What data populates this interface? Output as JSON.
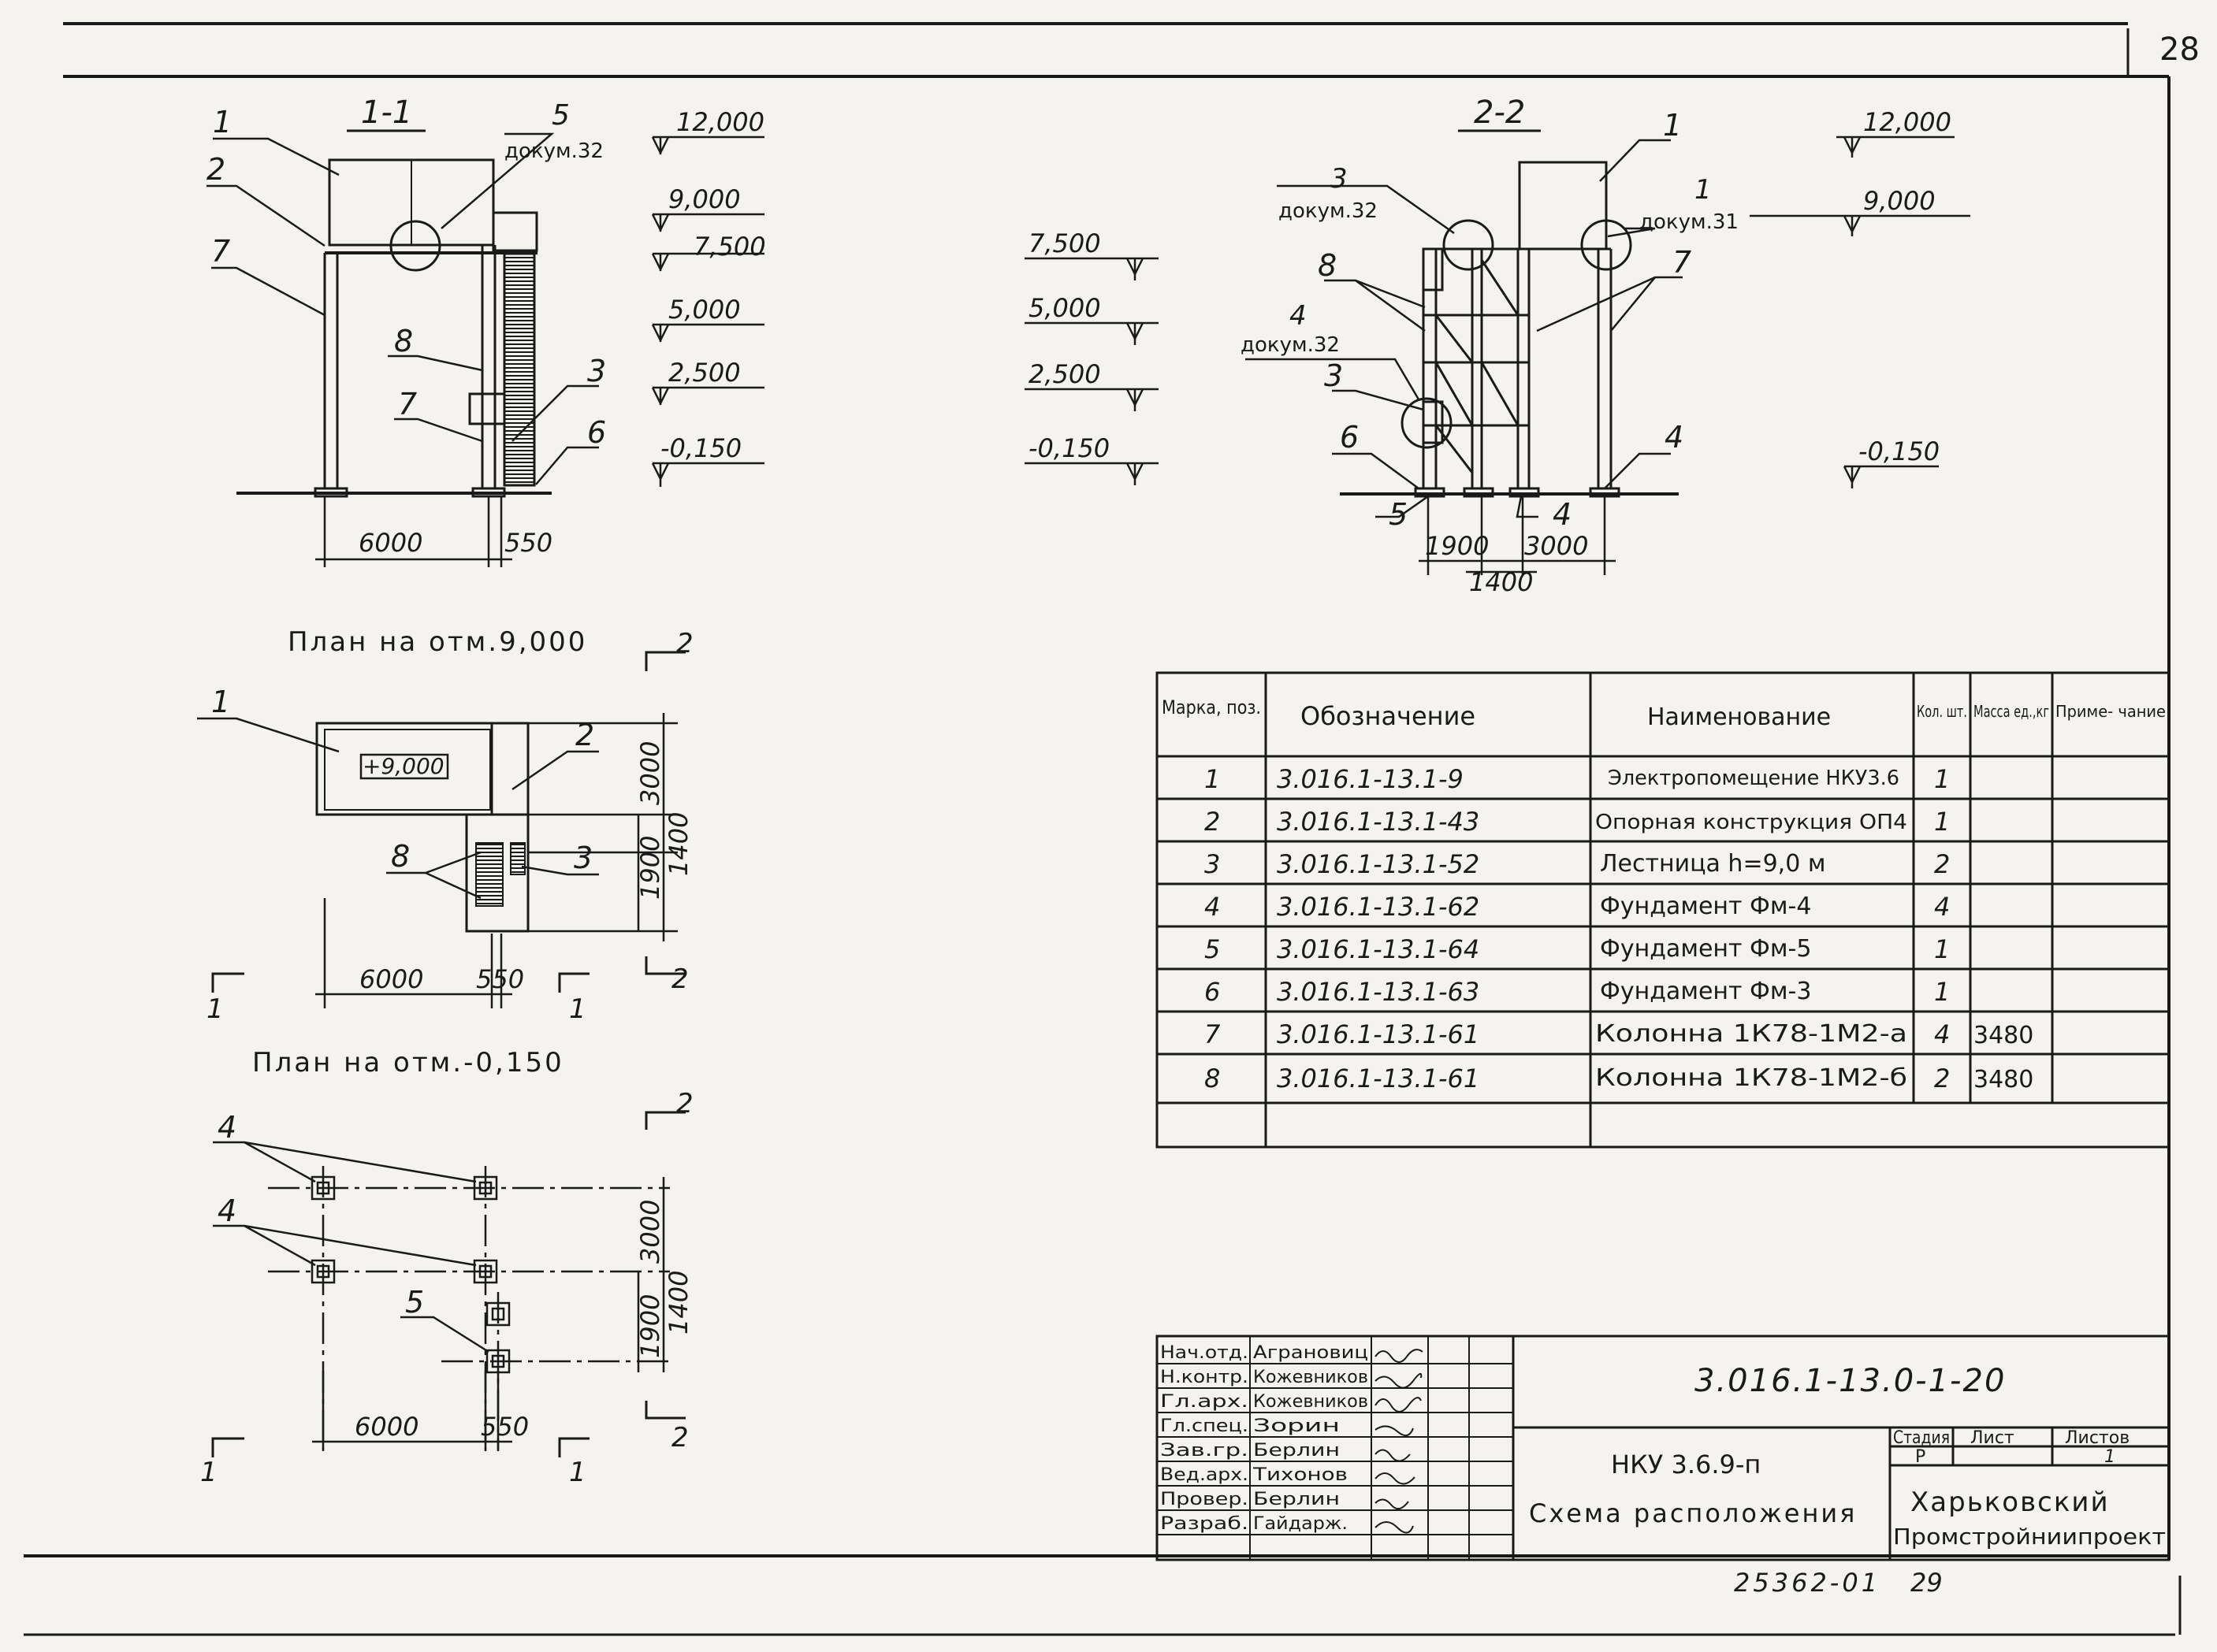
{
  "sheet": {
    "sheet_number": "28",
    "inventory": "25362-01",
    "page_index": "29"
  },
  "section_1_1": {
    "title": "1-1",
    "callout": {
      "num": "5",
      "doc": "докум.32"
    },
    "leaders": [
      "1",
      "2",
      "7",
      "8",
      "7",
      "3",
      "6"
    ],
    "levels": [
      "12,000",
      "9,000",
      "7,500",
      "5,000",
      "2,500",
      "-0,150"
    ],
    "dims": [
      "6000",
      "550"
    ]
  },
  "section_2_2": {
    "title": "2-2",
    "callouts": [
      {
        "num": "3",
        "doc": "докум.32"
      },
      {
        "num": "1",
        "doc": "докум.31"
      },
      {
        "num": "4",
        "doc": "докум.32"
      }
    ],
    "leaders": [
      "1",
      "8",
      "7",
      "3",
      "6",
      "5",
      "4",
      "4"
    ],
    "levels_left": [
      "7,500",
      "5,000",
      "2,500",
      "-0,150"
    ],
    "levels_right": [
      "12,000",
      "9,000",
      "-0,150"
    ],
    "dims": [
      "1900",
      "3000",
      "1400"
    ]
  },
  "plan_9000": {
    "title": "План на отм.9,000",
    "box_label": "+9,000",
    "leaders": [
      "1",
      "2",
      "8",
      "3"
    ],
    "dims": [
      "3000",
      "1900",
      "1400",
      "6000",
      "550"
    ],
    "section_marks": [
      "2",
      "2",
      "1",
      "1"
    ]
  },
  "plan_0150": {
    "title": "План на отм.-0,150",
    "leaders": [
      "4",
      "4",
      "5"
    ],
    "dims": [
      "3000",
      "1900",
      "1400",
      "6000",
      "550"
    ],
    "section_marks": [
      "2",
      "2",
      "1",
      "1"
    ]
  },
  "spec_table": {
    "headers": [
      "Марка, поз.",
      "Обозначение",
      "Наименование",
      "Кол. шт.",
      "Масса ед.,кг",
      "Приме- чание"
    ],
    "rows": [
      [
        "1",
        "3.016.1-13.1-9",
        "Электропомещение НКУ3.6",
        "1",
        "",
        ""
      ],
      [
        "2",
        "3.016.1-13.1-43",
        "Опорная конструкция ОП4",
        "1",
        "",
        ""
      ],
      [
        "3",
        "3.016.1-13.1-52",
        "Лестница h=9,0 м",
        "2",
        "",
        ""
      ],
      [
        "4",
        "3.016.1-13.1-62",
        "Фундамент Фм-4",
        "4",
        "",
        ""
      ],
      [
        "5",
        "3.016.1-13.1-64",
        "Фундамент Фм-5",
        "1",
        "",
        ""
      ],
      [
        "6",
        "3.016.1-13.1-63",
        "Фундамент Фм-3",
        "1",
        "",
        ""
      ],
      [
        "7",
        "3.016.1-13.1-61",
        "Колонна 1К78-1М2-а",
        "4",
        "3480",
        ""
      ],
      [
        "8",
        "3.016.1-13.1-61",
        "Колонна 1К78-1М2-б",
        "2",
        "3480",
        ""
      ]
    ]
  },
  "title_block": {
    "designation": "3.016.1-13.0-1-20",
    "object": "НКУ 3.6.9-п",
    "drawing": "Схема расположения",
    "stage_header": [
      "Стадия",
      "Лист",
      "Листов"
    ],
    "stage_values": [
      "Р",
      "",
      "1"
    ],
    "organization": [
      "Харьковский",
      "Промстройниипроект"
    ],
    "staff": [
      [
        "Нач.отд.",
        "Аграновиц"
      ],
      [
        "Н.контр.",
        "Кожевников"
      ],
      [
        "Гл.арх.",
        "Кожевников"
      ],
      [
        "Гл.спец.",
        "Зорин"
      ],
      [
        "Зав.гр.",
        "Берлин"
      ],
      [
        "Вед.арх.",
        "Тихонов"
      ],
      [
        "Провер.",
        "Берлин"
      ],
      [
        "Разраб.",
        "Гайдарж."
      ]
    ]
  }
}
